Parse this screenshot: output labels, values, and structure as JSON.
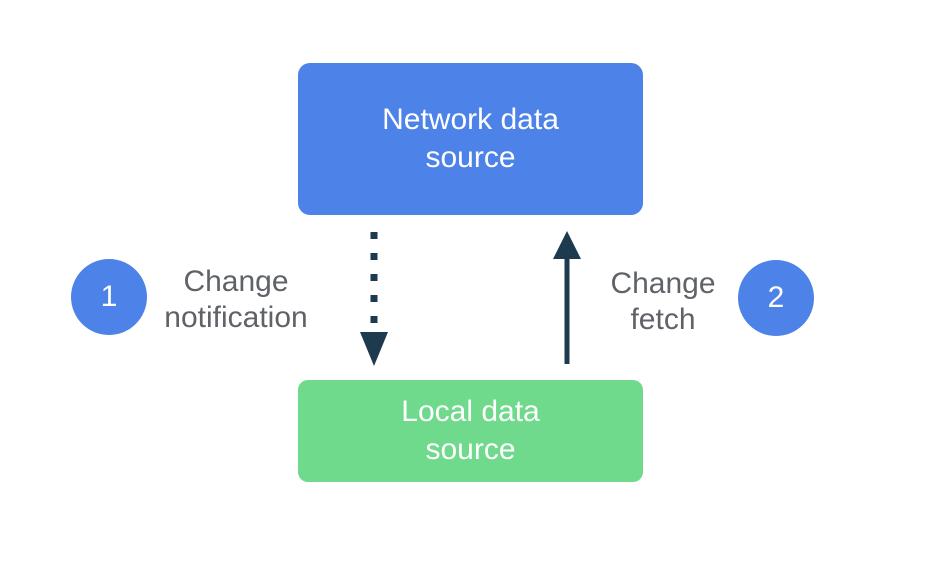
{
  "diagram": {
    "network_node": {
      "label": "Network data source"
    },
    "local_node": {
      "label": "Local data source"
    },
    "step1": {
      "number": "1",
      "label": "Change notification"
    },
    "step2": {
      "number": "2",
      "label": "Change fetch"
    },
    "arrows": {
      "change_notification": {
        "style": "dotted",
        "direction": "down",
        "from": "Network data source",
        "to": "Local data source"
      },
      "change_fetch": {
        "style": "solid",
        "direction": "up",
        "from": "Local data source",
        "to": "Network data source"
      }
    }
  },
  "colors": {
    "node_blue": "#4D82E8",
    "node_green": "#6FD98C",
    "arrow_dark": "#1E3A4F",
    "label_gray": "#5F6368",
    "text_white": "#FFFFFF"
  }
}
